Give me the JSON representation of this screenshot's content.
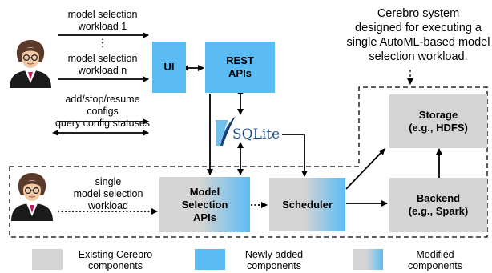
{
  "description": {
    "line1": "Cerebro system",
    "line2": "designed for executing a",
    "line3": "single AutoML-based model",
    "line4": "selection workload."
  },
  "inputs": {
    "workload1_line1": "model selection",
    "workload1_line2": "workload 1",
    "ellipsis": "⋮",
    "workloadn_line1": "model selection",
    "workloadn_line2": "workload n",
    "configs_line1": "add/stop/resume",
    "configs_line2": "configs",
    "query": "query config statuses"
  },
  "boxes": {
    "ui": "UI",
    "rest_line1": "REST",
    "rest_line2": "APIs",
    "model_sel_line1": "Model",
    "model_sel_line2": "Selection",
    "model_sel_line3": "APIs",
    "scheduler": "Scheduler",
    "storage_line1": "Storage",
    "storage_line2": "(e.g., HDFS)",
    "backend_line1": "Backend",
    "backend_line2": "(e.g., Spark)",
    "sqlite": "SQLite"
  },
  "single_workload": {
    "line1": "single",
    "line2": "model selection",
    "line3": "workload"
  },
  "legend": {
    "existing_line1": "Existing Cerebro",
    "existing_line2": "components",
    "new_line1": "Newly added",
    "new_line2": "components",
    "modified_line1": "Modified",
    "modified_line2": "components"
  },
  "colors": {
    "new": "#5bbcf4",
    "existing": "#d4d4d4",
    "sqlite_text": "#1d4f8f"
  },
  "icons": [
    "user-avatar-icon",
    "sqlite-feather-icon"
  ]
}
